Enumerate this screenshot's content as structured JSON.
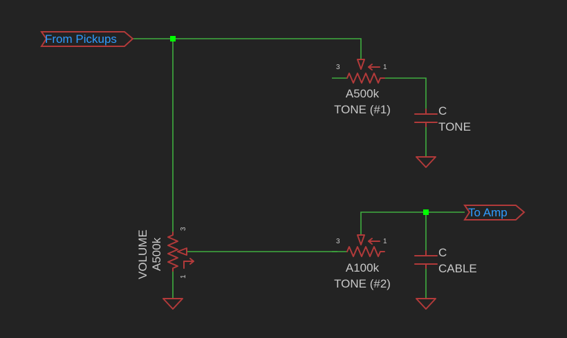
{
  "colors": {
    "background": "#232323",
    "wire": "#3fae3f",
    "junction": "#00ff00",
    "part": "#b23a3a",
    "part_text": "#c8c8c8",
    "net_label_text": "#2f9cff"
  },
  "net_labels": {
    "from_pickups": "From Pickups",
    "to_amp": "To Amp"
  },
  "pot_tone1": {
    "value": "A500k",
    "name": "TONE (#1)",
    "pin_left": "3",
    "pin_right": "1"
  },
  "pot_tone2": {
    "value": "A100k",
    "name": "TONE (#2)",
    "pin_left": "3",
    "pin_right": "1"
  },
  "pot_volume": {
    "name": "VOLUME",
    "value": "A500k",
    "pin_top": "3",
    "pin_bottom": "1"
  },
  "cap_tone": {
    "name": "C",
    "value": "TONE"
  },
  "cap_cable": {
    "name": "C",
    "value": "CABLE"
  },
  "icons": {
    "ground": "ground-icon",
    "potentiometer": "potentiometer-icon",
    "capacitor": "capacitor-icon",
    "junction": "junction-dot-icon"
  }
}
